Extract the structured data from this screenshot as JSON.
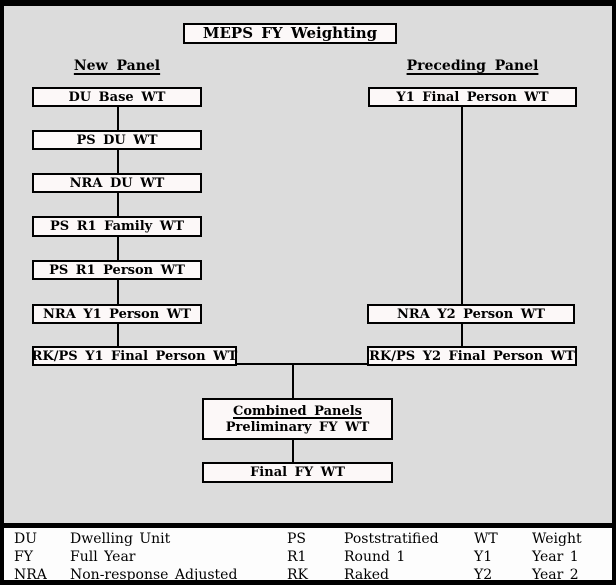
{
  "title": "MEPS FY Weighting",
  "panels": {
    "new": {
      "heading": "New Panel"
    },
    "preceding": {
      "heading": "Preceding Panel"
    }
  },
  "boxes": {
    "du_base": "DU Base WT",
    "ps_du": "PS DU WT",
    "nra_du": "NRA DU WT",
    "ps_r1_family": "PS R1 Family WT",
    "ps_r1_person": "PS R1 Person WT",
    "nra_y1_person": "NRA Y1 Person WT",
    "rk_ps_y1_final": "RK/PS Y1 Final Person WT",
    "y1_final_person": "Y1 Final Person WT",
    "nra_y2_person": "NRA Y2 Person WT",
    "rk_ps_y2_final": "RK/PS Y2 Final Person WT",
    "combined_line1": "Combined Panels",
    "combined_line2": "Preliminary FY WT",
    "final_fy": "Final FY WT"
  },
  "legend": {
    "rows": [
      [
        {
          "abbr": "DU",
          "def": "Dwelling Unit"
        },
        {
          "abbr": "PS",
          "def": "Poststratified"
        },
        {
          "abbr": "WT",
          "def": "Weight"
        }
      ],
      [
        {
          "abbr": "FY",
          "def": "Full Year"
        },
        {
          "abbr": "R1",
          "def": "Round 1"
        },
        {
          "abbr": "Y1",
          "def": "Year 1"
        }
      ],
      [
        {
          "abbr": "NRA",
          "def": "Non-response Adjusted"
        },
        {
          "abbr": "RK",
          "def": "Raked"
        },
        {
          "abbr": "Y2",
          "def": "Year 2"
        }
      ]
    ]
  },
  "colors": {
    "background": "#dcdcdc",
    "box_fill": "#fcf8f8",
    "legend_background": "#fdfdfd",
    "line": "#000000"
  }
}
